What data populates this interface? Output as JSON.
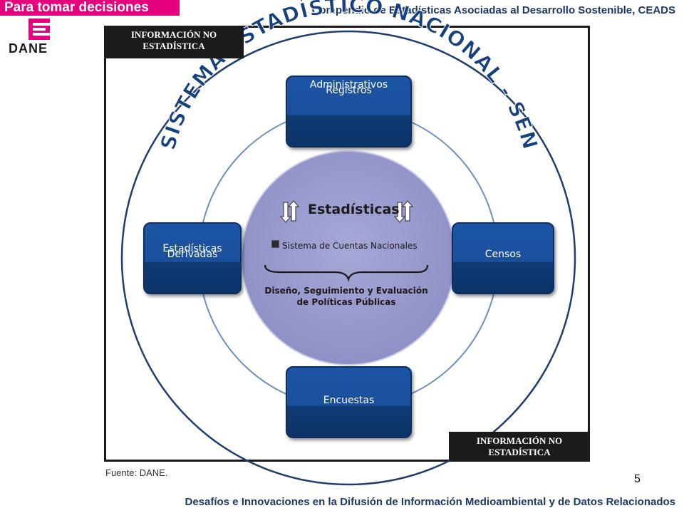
{
  "header": {
    "banner": "Para tomar decisiones",
    "logo_text": "DANE",
    "title": "Compendio de Estadísticas Asociadas al  Desarrollo Sostenible, CEADS"
  },
  "diagram": {
    "arc_title": "SISTEMA ESTADÍSTICO NACIONAL - SEN",
    "corner_top_left": [
      "INFORMACIÓN NO",
      "ESTADÍSTICA"
    ],
    "corner_bottom_right": [
      "INFORMACIÓN NO",
      "ESTADÍSTICA"
    ],
    "nodes": {
      "registros": [
        "Registros",
        "Administrativos"
      ],
      "derivadas": [
        "Estadísticas",
        "Derivadas"
      ],
      "censos": "Censos",
      "encuestas": "Encuestas"
    },
    "center": {
      "title": "Estadísticas",
      "cuentas": "Sistema de Cuentas Nacionales",
      "politicas": [
        "Diseño, Seguimiento y Evaluación",
        "de Políticas Públicas"
      ]
    },
    "colors": {
      "node_blue": "#1a4f9c",
      "center_fill": "#9b9ccf",
      "ring_line": "#6f8fc0",
      "arc_text": "#17407f",
      "banner_pink": "#e5007e"
    }
  },
  "source": "Fuente: DANE.",
  "page_number": "5",
  "footer": "Desafíos e Innovaciones en la Difusión de Información Medioambiental y de Datos Relacionados"
}
